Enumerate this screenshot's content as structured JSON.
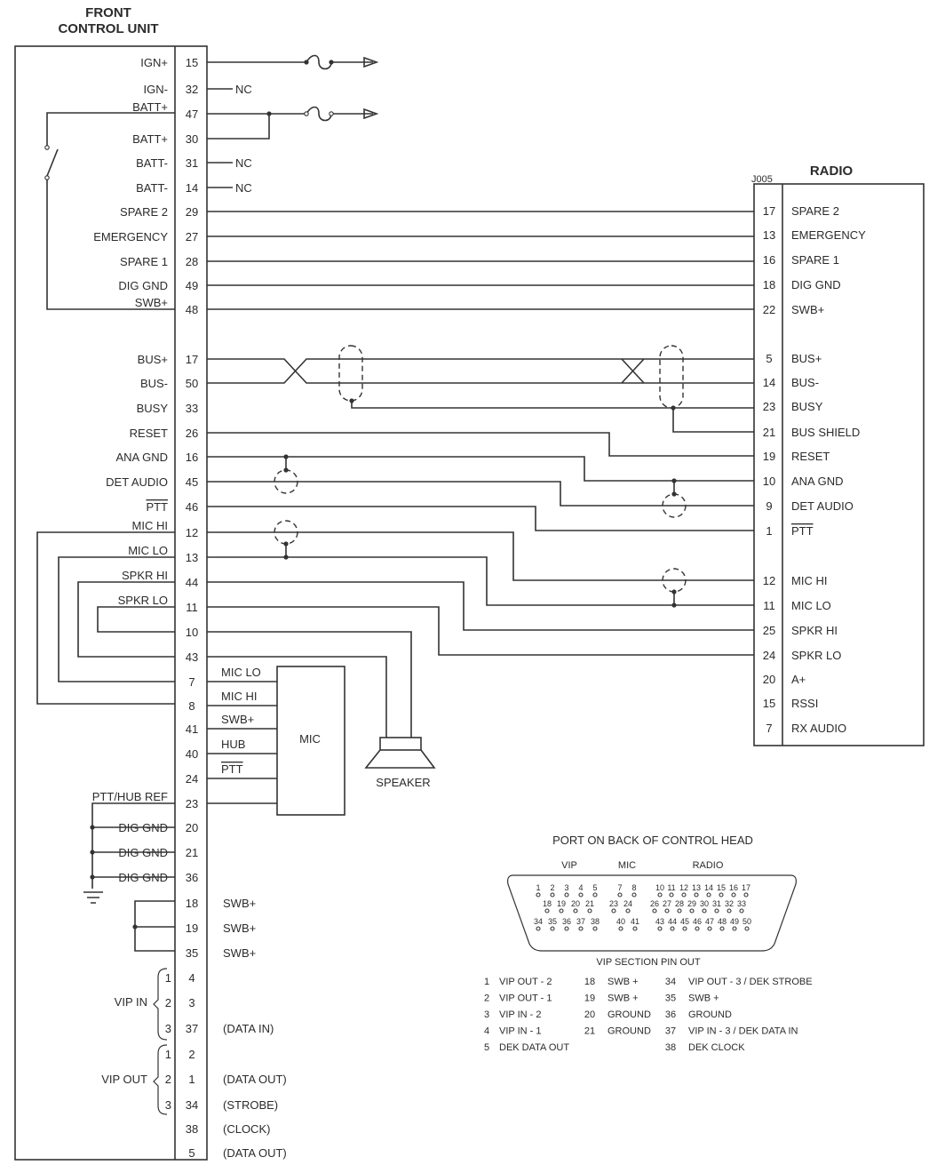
{
  "fcu": {
    "title_line1": "FRONT",
    "title_line2": "CONTROL UNIT",
    "pins": [
      {
        "label": "IGN+",
        "pin": "15"
      },
      {
        "label": "IGN-",
        "pin": "32",
        "right": "NC"
      },
      {
        "label": "BATT+",
        "pin": "47"
      },
      {
        "label": "BATT+",
        "pin": "30"
      },
      {
        "label": "BATT-",
        "pin": "31",
        "right": "NC"
      },
      {
        "label": "BATT-",
        "pin": "14",
        "right": "NC"
      },
      {
        "label": "SPARE 2",
        "pin": "29"
      },
      {
        "label": "EMERGENCY",
        "pin": "27"
      },
      {
        "label": "SPARE 1",
        "pin": "28"
      },
      {
        "label": "DIG GND",
        "pin": "49"
      },
      {
        "label": "SWB+",
        "pin": "48"
      },
      {
        "label": "",
        "pin": ""
      },
      {
        "label": "BUS+",
        "pin": "17"
      },
      {
        "label": "BUS-",
        "pin": "50"
      },
      {
        "label": "BUSY",
        "pin": "33"
      },
      {
        "label": "RESET",
        "pin": "26"
      },
      {
        "label": "ANA GND",
        "pin": "16"
      },
      {
        "label": "DET  AUDIO",
        "pin": "45"
      },
      {
        "label": "PTT",
        "pin": "46",
        "overline": true
      },
      {
        "label": "MIC HI",
        "pin": "12"
      },
      {
        "label": "MIC LO",
        "pin": "13"
      },
      {
        "label": "SPKR HI",
        "pin": "44"
      },
      {
        "label": "SPKR LO",
        "pin": "11"
      },
      {
        "label": "",
        "pin": "10"
      },
      {
        "label": "",
        "pin": "43"
      },
      {
        "label": "",
        "pin": "7",
        "right": "MIC LO"
      },
      {
        "label": "",
        "pin": "8",
        "right": "MIC HI"
      },
      {
        "label": "",
        "pin": "41",
        "right": "SWB+"
      },
      {
        "label": "",
        "pin": "40",
        "right": "HUB"
      },
      {
        "label": "",
        "pin": "24",
        "right": "PTT",
        "right_overline": true
      },
      {
        "label": "PTT/HUB REF",
        "pin": "23"
      },
      {
        "label": "DIG  GND",
        "pin": "20"
      },
      {
        "label": "DIG  GND",
        "pin": "21"
      },
      {
        "label": "DIG  GND",
        "pin": "36"
      },
      {
        "label": "",
        "pin": "18",
        "right": "SWB+"
      },
      {
        "label": "",
        "pin": "19",
        "right": "SWB+"
      },
      {
        "label": "",
        "pin": "35",
        "right": "SWB+"
      },
      {
        "label": "1",
        "pin": "4"
      },
      {
        "label": "2",
        "pin": "3"
      },
      {
        "label": "3",
        "pin": "37",
        "right": "(DATA IN)"
      },
      {
        "label": "1",
        "pin": "2"
      },
      {
        "label": "2",
        "pin": "1",
        "right": "(DATA OUT)"
      },
      {
        "label": "3",
        "pin": "34",
        "right": "(STROBE)"
      },
      {
        "label": "",
        "pin": "38",
        "right": "(CLOCK)"
      },
      {
        "label": "",
        "pin": "5",
        "right": "(DATA OUT)"
      }
    ],
    "vip_in_label": "VIP IN",
    "vip_out_label": "VIP OUT"
  },
  "radio": {
    "title": "RADIO",
    "connector": "J005",
    "pins": [
      {
        "pin": "17",
        "label": "SPARE 2"
      },
      {
        "pin": "13",
        "label": "EMERGENCY"
      },
      {
        "pin": "16",
        "label": "SPARE 1"
      },
      {
        "pin": "18",
        "label": "DIG GND"
      },
      {
        "pin": "22",
        "label": "SWB+"
      },
      {
        "pin": "",
        "label": ""
      },
      {
        "pin": "5",
        "label": "BUS+"
      },
      {
        "pin": "14",
        "label": "BUS-"
      },
      {
        "pin": "23",
        "label": "BUSY"
      },
      {
        "pin": "21",
        "label": "BUS SHIELD"
      },
      {
        "pin": "19",
        "label": "RESET"
      },
      {
        "pin": "10",
        "label": "ANA GND"
      },
      {
        "pin": "9",
        "label": "DET AUDIO"
      },
      {
        "pin": "1",
        "label": "PTT",
        "overline": true
      },
      {
        "pin": "",
        "label": ""
      },
      {
        "pin": "12",
        "label": "MIC HI"
      },
      {
        "pin": "11",
        "label": "MIC LO"
      },
      {
        "pin": "25",
        "label": "SPKR HI"
      },
      {
        "pin": "24",
        "label": "SPKR LO"
      },
      {
        "pin": "20",
        "label": "A+"
      },
      {
        "pin": "15",
        "label": "RSSI"
      },
      {
        "pin": "7",
        "label": "RX AUDIO"
      }
    ]
  },
  "mic": {
    "label": "MIC"
  },
  "speaker": {
    "label": "SPEAKER"
  },
  "port": {
    "title": "PORT ON BACK OF CONTROL HEAD",
    "groups": [
      "VIP",
      "MIC",
      "RADIO"
    ],
    "rows": [
      {
        "vip": [
          "1",
          "2",
          "3",
          "4",
          "5"
        ],
        "mic": [
          "7",
          "8"
        ],
        "radio": [
          "10",
          "11",
          "12",
          "13",
          "14",
          "15",
          "16",
          "17"
        ]
      },
      {
        "vip": [
          "18",
          "19",
          "20",
          "21"
        ],
        "mic": [
          "23",
          "24"
        ],
        "radio": [
          "26",
          "27",
          "28",
          "29",
          "30",
          "31",
          "32",
          "33"
        ]
      },
      {
        "vip": [
          "34",
          "35",
          "36",
          "37",
          "38"
        ],
        "mic": [
          "40",
          "41"
        ],
        "radio": [
          "43",
          "44",
          "45",
          "46",
          "47",
          "48",
          "49",
          "50"
        ]
      }
    ]
  },
  "vip_pinout": {
    "title": "VIP SECTION PIN OUT",
    "columns": [
      [
        [
          "1",
          "VIP OUT - 2"
        ],
        [
          "2",
          "VIP OUT - 1"
        ],
        [
          "3",
          "VIP IN - 2"
        ],
        [
          "4",
          "VIP IN - 1"
        ],
        [
          "5",
          "DEK  DATA OUT"
        ]
      ],
      [
        [
          "18",
          "SWB +"
        ],
        [
          "19",
          "SWB +"
        ],
        [
          "20",
          "GROUND"
        ],
        [
          "21",
          "GROUND"
        ]
      ],
      [
        [
          "34",
          "VIP OUT - 3 / DEK STROBE"
        ],
        [
          "35",
          "SWB +"
        ],
        [
          "36",
          "GROUND"
        ],
        [
          "37",
          "VIP IN - 3 / DEK DATA IN"
        ],
        [
          "38",
          "DEK CLOCK"
        ]
      ]
    ]
  }
}
